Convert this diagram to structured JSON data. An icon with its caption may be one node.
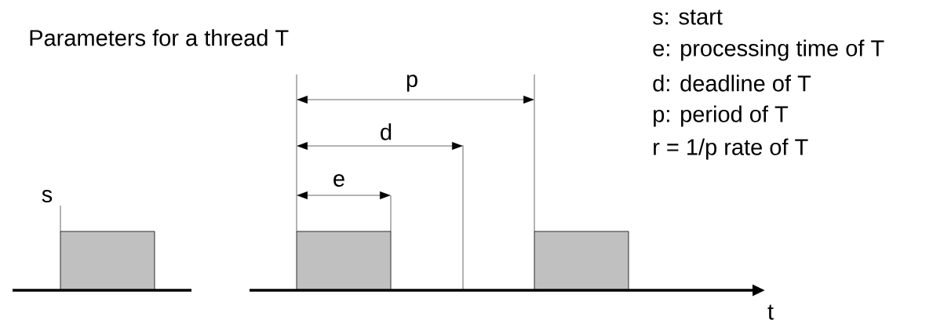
{
  "diagram": {
    "title": "Parameters for a thread T",
    "nodes": [
      {
        "text": [],
        "shape": "box"
      },
      {
        "text": [],
        "shape": "box"
      },
      {
        "text": [],
        "shape": "box"
      }
    ],
    "labels": [
      "s: start",
      "p",
      "e: processing time of T",
      "d: deadline of T",
      "d",
      "p: period of T",
      "r = 1/p rate of T",
      "e",
      "s",
      "t"
    ]
  }
}
